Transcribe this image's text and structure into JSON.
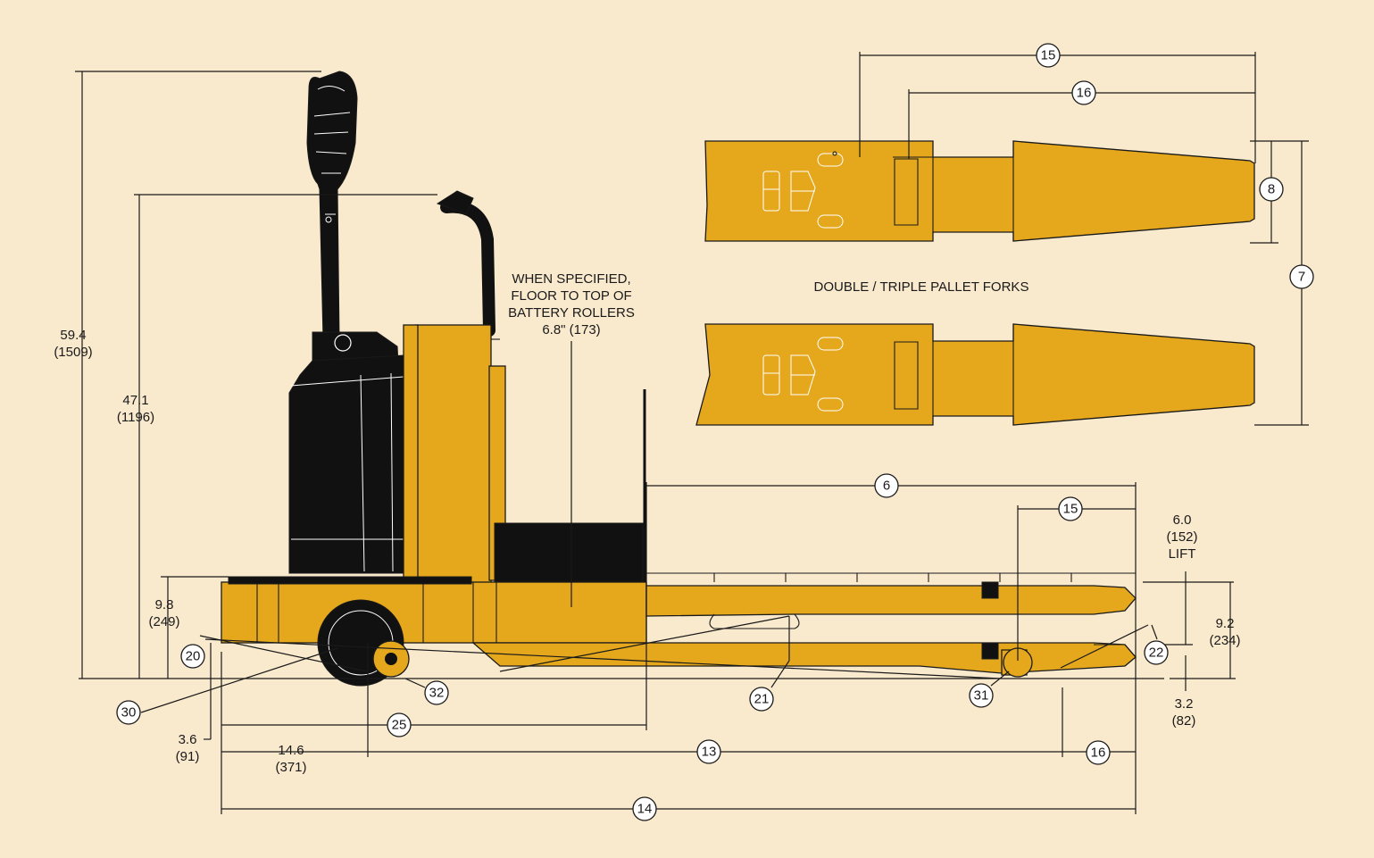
{
  "colors": {
    "background": "#f9e9cd",
    "body": "#e5a81c",
    "battery": "#111111",
    "line": "#1a1a1a"
  },
  "overall_height": {
    "value": "59.4",
    "metric": "(1509)"
  },
  "handle_height": {
    "value": "47.1",
    "metric": "(1196)"
  },
  "platform_height": {
    "value": "9.8",
    "metric": "(249)"
  },
  "ground_clearance": {
    "value": "3.6",
    "metric": "(91)"
  },
  "wheelbase_offset": {
    "value": "14.6",
    "metric": "(371)"
  },
  "lift": {
    "value": "6.0",
    "metric": "(152)",
    "label": "LIFT"
  },
  "fork_height_raised": {
    "value": "9.2",
    "metric": "(234)"
  },
  "fork_height_lowered": {
    "value": "3.2",
    "metric": "(82)"
  },
  "roller_note": {
    "line1": "WHEN SPECIFIED,",
    "line2": "FLOOR TO TOP OF",
    "line3": "BATTERY ROLLERS",
    "line4": "6.8\" (173)"
  },
  "forks_title": "DOUBLE / TRIPLE PALLET FORKS",
  "callouts": {
    "c15_top": "15",
    "c16_top": "16",
    "c8": "8",
    "c7": "7",
    "c6": "6",
    "c15_side": "15",
    "c20": "20",
    "c30": "30",
    "c32": "32",
    "c25": "25",
    "c21": "21",
    "c31": "31",
    "c22": "22",
    "c13": "13",
    "c16_side": "16",
    "c14": "14"
  }
}
